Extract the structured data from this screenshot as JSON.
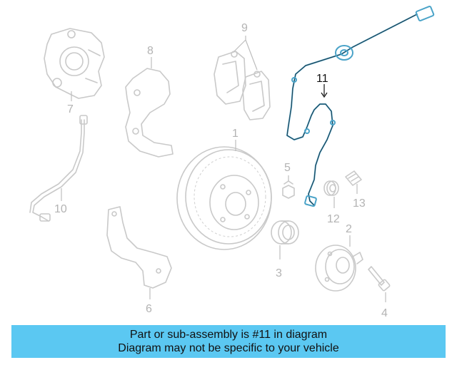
{
  "callouts": {
    "c1": "1",
    "c2": "2",
    "c3": "3",
    "c4": "4",
    "c5": "5",
    "c6": "6",
    "c7": "7",
    "c8": "8",
    "c9": "9",
    "c10": "10",
    "c11": "11",
    "c12": "12",
    "c13": "13"
  },
  "highlighted_part": "11",
  "colors": {
    "highlight": "#4aa3c8",
    "banner": "#5bc8f2",
    "ghost": "#c9c9c9"
  },
  "banner": {
    "line1": "Part or sub-assembly is #11 in diagram",
    "line2": "Diagram may not be specific to your vehicle"
  }
}
